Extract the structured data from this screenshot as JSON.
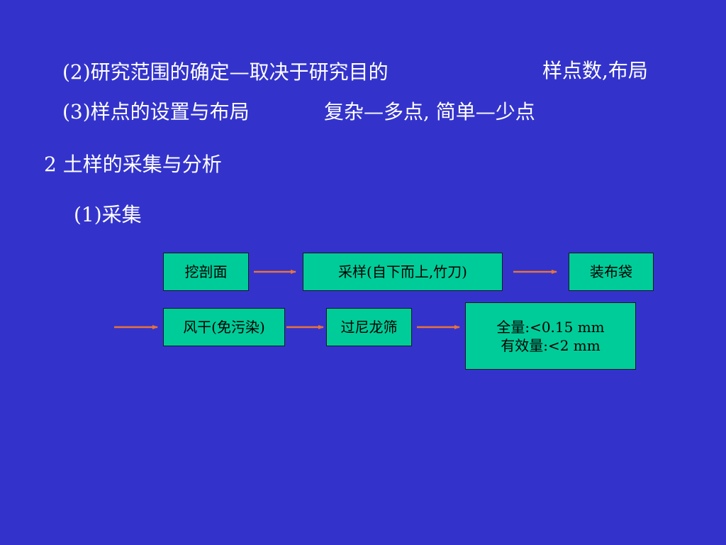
{
  "text": {
    "line1": "(2)研究范围的确定—取决于研究目的",
    "note1": "样点数,布局",
    "line3": "(3)样点的设置与布局",
    "note3": "复杂—多点, 简单—少点",
    "section2": "2 土样的采集与分析",
    "sub1": "(1)采集"
  },
  "flow": {
    "dig": "挖剖面",
    "sample": "采样(自下而上,竹刀)",
    "bag": "装布袋",
    "dry": "风干(免污染)",
    "sieve": "过尼龙筛",
    "size_total": "全量:<0.15 mm",
    "size_available": "有效量:<2 mm"
  },
  "colors": {
    "background": "#3333CC",
    "box_fill": "#00CC99",
    "arrow": "#E8733A",
    "text": "#FFFFFF"
  }
}
